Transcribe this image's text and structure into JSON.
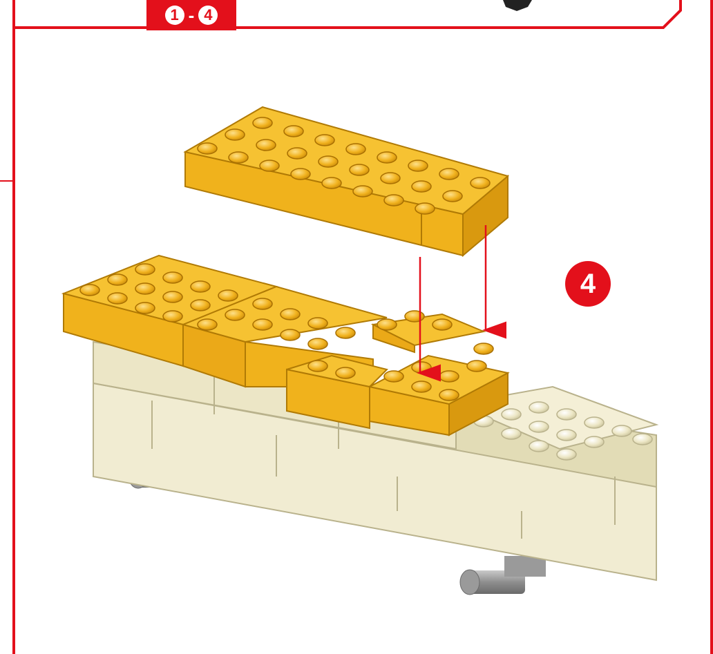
{
  "header": {
    "step_range_start": "1",
    "step_range_separator": "-",
    "step_range_end": "4"
  },
  "step": {
    "number": "4"
  },
  "colors": {
    "accent": "#e3101b",
    "yellow_brick": "#f0b21c",
    "beige_brick": "#ece7c6",
    "gray_axle": "#8c8c8c"
  }
}
